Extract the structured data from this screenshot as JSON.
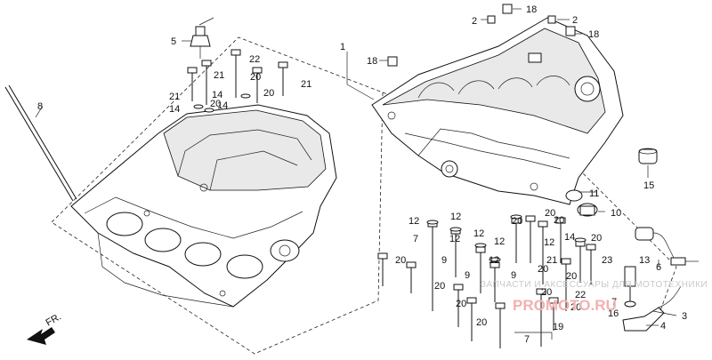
{
  "callouts": {
    "c1": "1",
    "c2a": "2",
    "c2b": "2",
    "c3": "3",
    "c4": "4",
    "c5": "5",
    "c6": "6",
    "c7a": "7",
    "c7b": "7",
    "c7c": "7",
    "c8": "8",
    "c9a": "9",
    "c9b": "9",
    "c9c": "9",
    "c10": "10",
    "c11": "11",
    "c12a": "12",
    "c12b": "12",
    "c12c": "12",
    "c12d": "12",
    "c12e": "12",
    "c12f": "12",
    "c12g": "12",
    "c13": "13",
    "c14a": "14",
    "c14b": "14",
    "c14c": "14",
    "c14d": "14",
    "c15": "15",
    "c16": "16",
    "c18a": "18",
    "c18b": "18",
    "c18c": "18",
    "c19": "19",
    "c20a": "20",
    "c20b": "20",
    "c20c": "20",
    "c20d": "20",
    "c20e": "20",
    "c20f": "20",
    "c20g": "20",
    "c20h": "20",
    "c20i": "20",
    "c20j": "20",
    "c20k": "20",
    "c20l": "20",
    "c20m": "20",
    "c20n": "20",
    "c20o": "20",
    "c21a": "21",
    "c21b": "21",
    "c21c": "21",
    "c21d": "21",
    "c22a": "22",
    "c22b": "22",
    "c23": "23"
  },
  "front_marker": "FR.",
  "watermark": {
    "line1": "ЗАПЧАСТИ И АКСЕССУАРЫ ДЛЯ МОТОТЕХНИКИ",
    "line2": "PROMOTO.RU"
  }
}
